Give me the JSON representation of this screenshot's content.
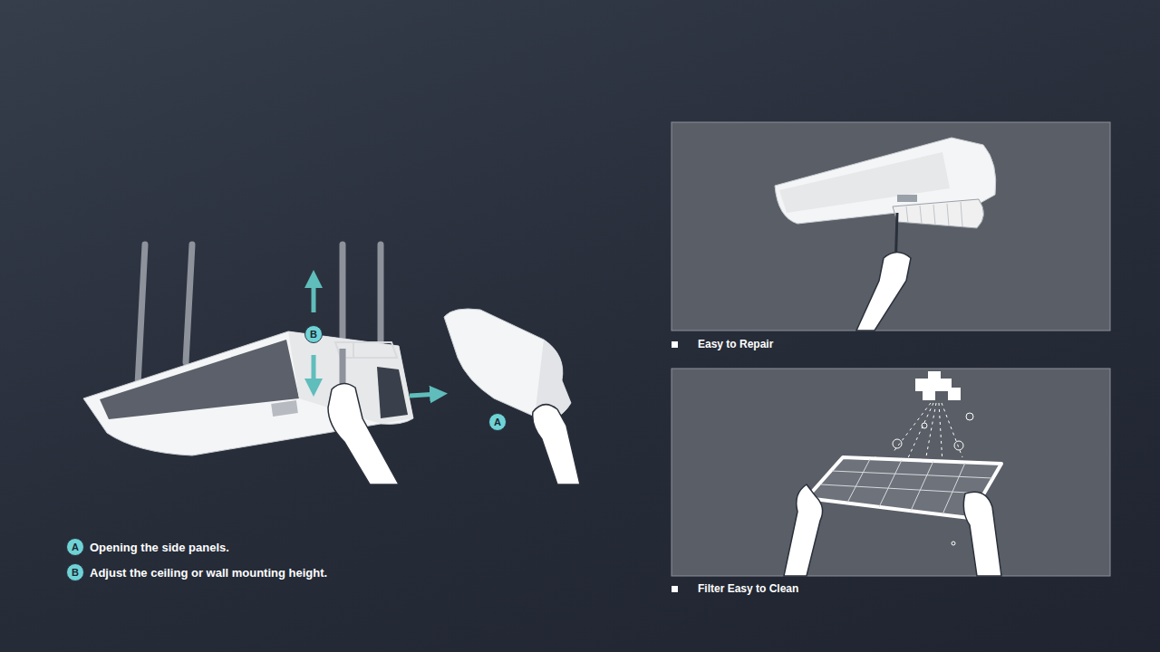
{
  "diagram": {
    "labels": [
      "B",
      "A",
      "A",
      "Opening the side panels.",
      "B",
      "Adjust the ceiling or wall mounting height.",
      "Easy to Repair",
      "Filter Easy to Clean"
    ]
  }
}
